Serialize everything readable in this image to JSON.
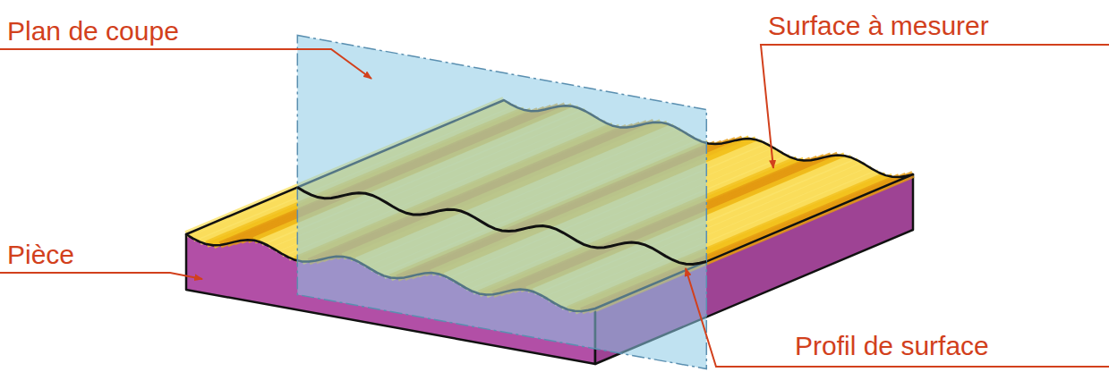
{
  "diagram": {
    "labels": [
      "Plan de coupe",
      "Surface à mesurer",
      "Pièce",
      "Profil de surface"
    ]
  }
}
